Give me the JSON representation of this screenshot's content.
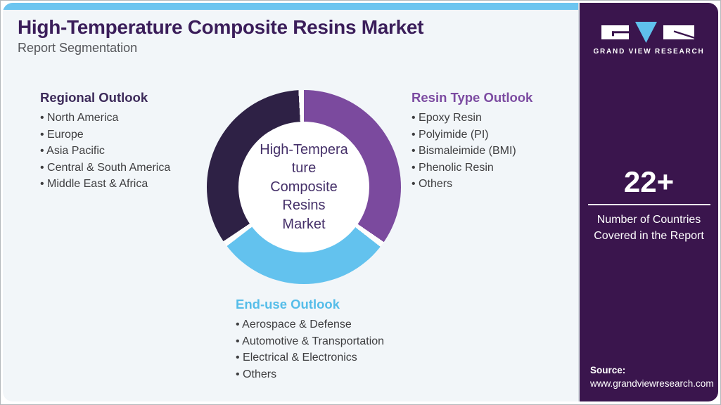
{
  "theme": {
    "card_bg": "#f2f6f9",
    "topbar_blue": "#6cc5f0",
    "sidebar_bg": "#3a154d",
    "title_color": "#3b1e5a",
    "subtitle_color": "#55565a",
    "body_text": "#3e3e40",
    "seg_dark": "#2e2145",
    "seg_purple": "#7b4a9e",
    "seg_blue": "#63c2ee",
    "heading_regional": "#3d2b5a",
    "heading_resin": "#7c4ba1",
    "heading_enduse": "#56bde9",
    "center_text": "#453069"
  },
  "header": {
    "title": "High-Temperature Composite Resins Market",
    "subtitle": "Report Segmentation"
  },
  "donut": {
    "center_lines": [
      "High-Tempera",
      "ture",
      "Composite",
      "Resins",
      "Market"
    ]
  },
  "sections": {
    "regional": {
      "heading": "Regional Outlook",
      "items": [
        "North America",
        "Europe",
        "Asia Pacific",
        "Central & South America",
        "Middle East & Africa"
      ]
    },
    "resin": {
      "heading": "Resin Type Outlook",
      "items": [
        "Epoxy Resin",
        "Polyimide (PI)",
        "Bismaleimide (BMI)",
        "Phenolic Resin",
        "Others"
      ]
    },
    "enduse": {
      "heading": "End-use Outlook",
      "items": [
        "Aerospace & Defense",
        "Automotive & Transportation",
        "Electrical & Electronics",
        "Others"
      ]
    }
  },
  "chart_data": {
    "type": "pie",
    "subtype": "donut",
    "center_label": "High-Temperature Composite Resins Market",
    "legend_position": "around",
    "segments": [
      {
        "label": "Resin Type Outlook",
        "color": "#7b4a9e",
        "start_deg": 0,
        "end_deg": 125,
        "approx_share_pct": 35
      },
      {
        "label": "End-use Outlook",
        "color": "#63c2ee",
        "start_deg": 128,
        "end_deg": 233,
        "approx_share_pct": 29
      },
      {
        "label": "Regional Outlook",
        "color": "#2e2145",
        "start_deg": 236,
        "end_deg": 357,
        "approx_share_pct": 34
      }
    ]
  },
  "sidebar": {
    "logo_text": "GRAND VIEW RESEARCH",
    "stat_value": "22+",
    "stat_label": "Number of Countries Covered in the Report",
    "source_label": "Source:",
    "source_url": "www.grandviewresearch.com"
  }
}
